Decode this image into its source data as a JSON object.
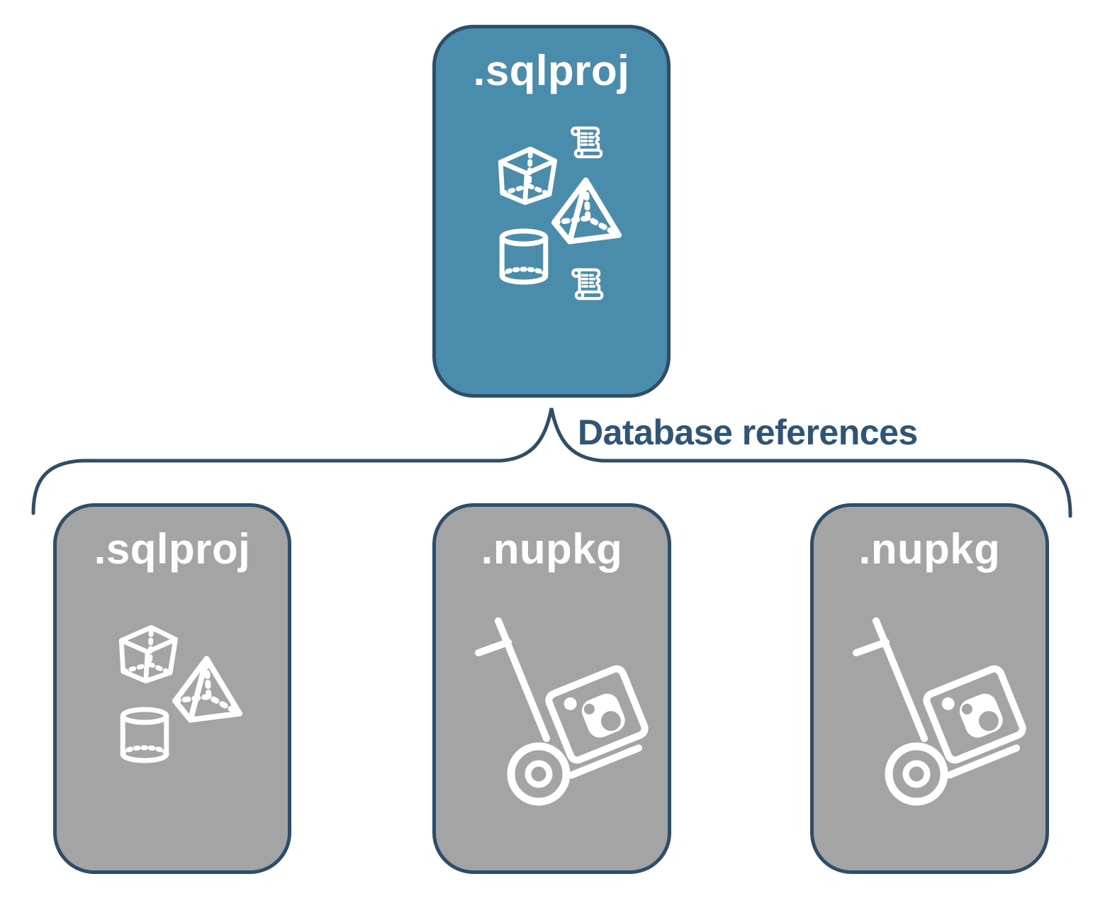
{
  "diagram": {
    "edge_label": "Database references",
    "colors": {
      "node_primary_fill": "#4A8CAC",
      "node_secondary_fill": "#A4A4A4",
      "node_border": "#2D4E6B",
      "edge_label_text": "#2E5476",
      "icon_stroke": "#FFFFFF",
      "background": "#FFFFFF"
    },
    "root_node": {
      "label": ".sqlproj",
      "kind": "sql-project",
      "icons": [
        "scroll-icon",
        "cube-icon",
        "pyramid-icon",
        "cylinder-icon",
        "scroll-icon"
      ]
    },
    "children": [
      {
        "label": ".sqlproj",
        "kind": "sql-project",
        "icons": [
          "cube-icon",
          "pyramid-icon",
          "cylinder-icon"
        ]
      },
      {
        "label": ".nupkg",
        "kind": "nuget-package",
        "icons": [
          "nuget-dolly-icon"
        ]
      },
      {
        "label": ".nupkg",
        "kind": "nuget-package",
        "icons": [
          "nuget-dolly-icon"
        ]
      }
    ]
  }
}
